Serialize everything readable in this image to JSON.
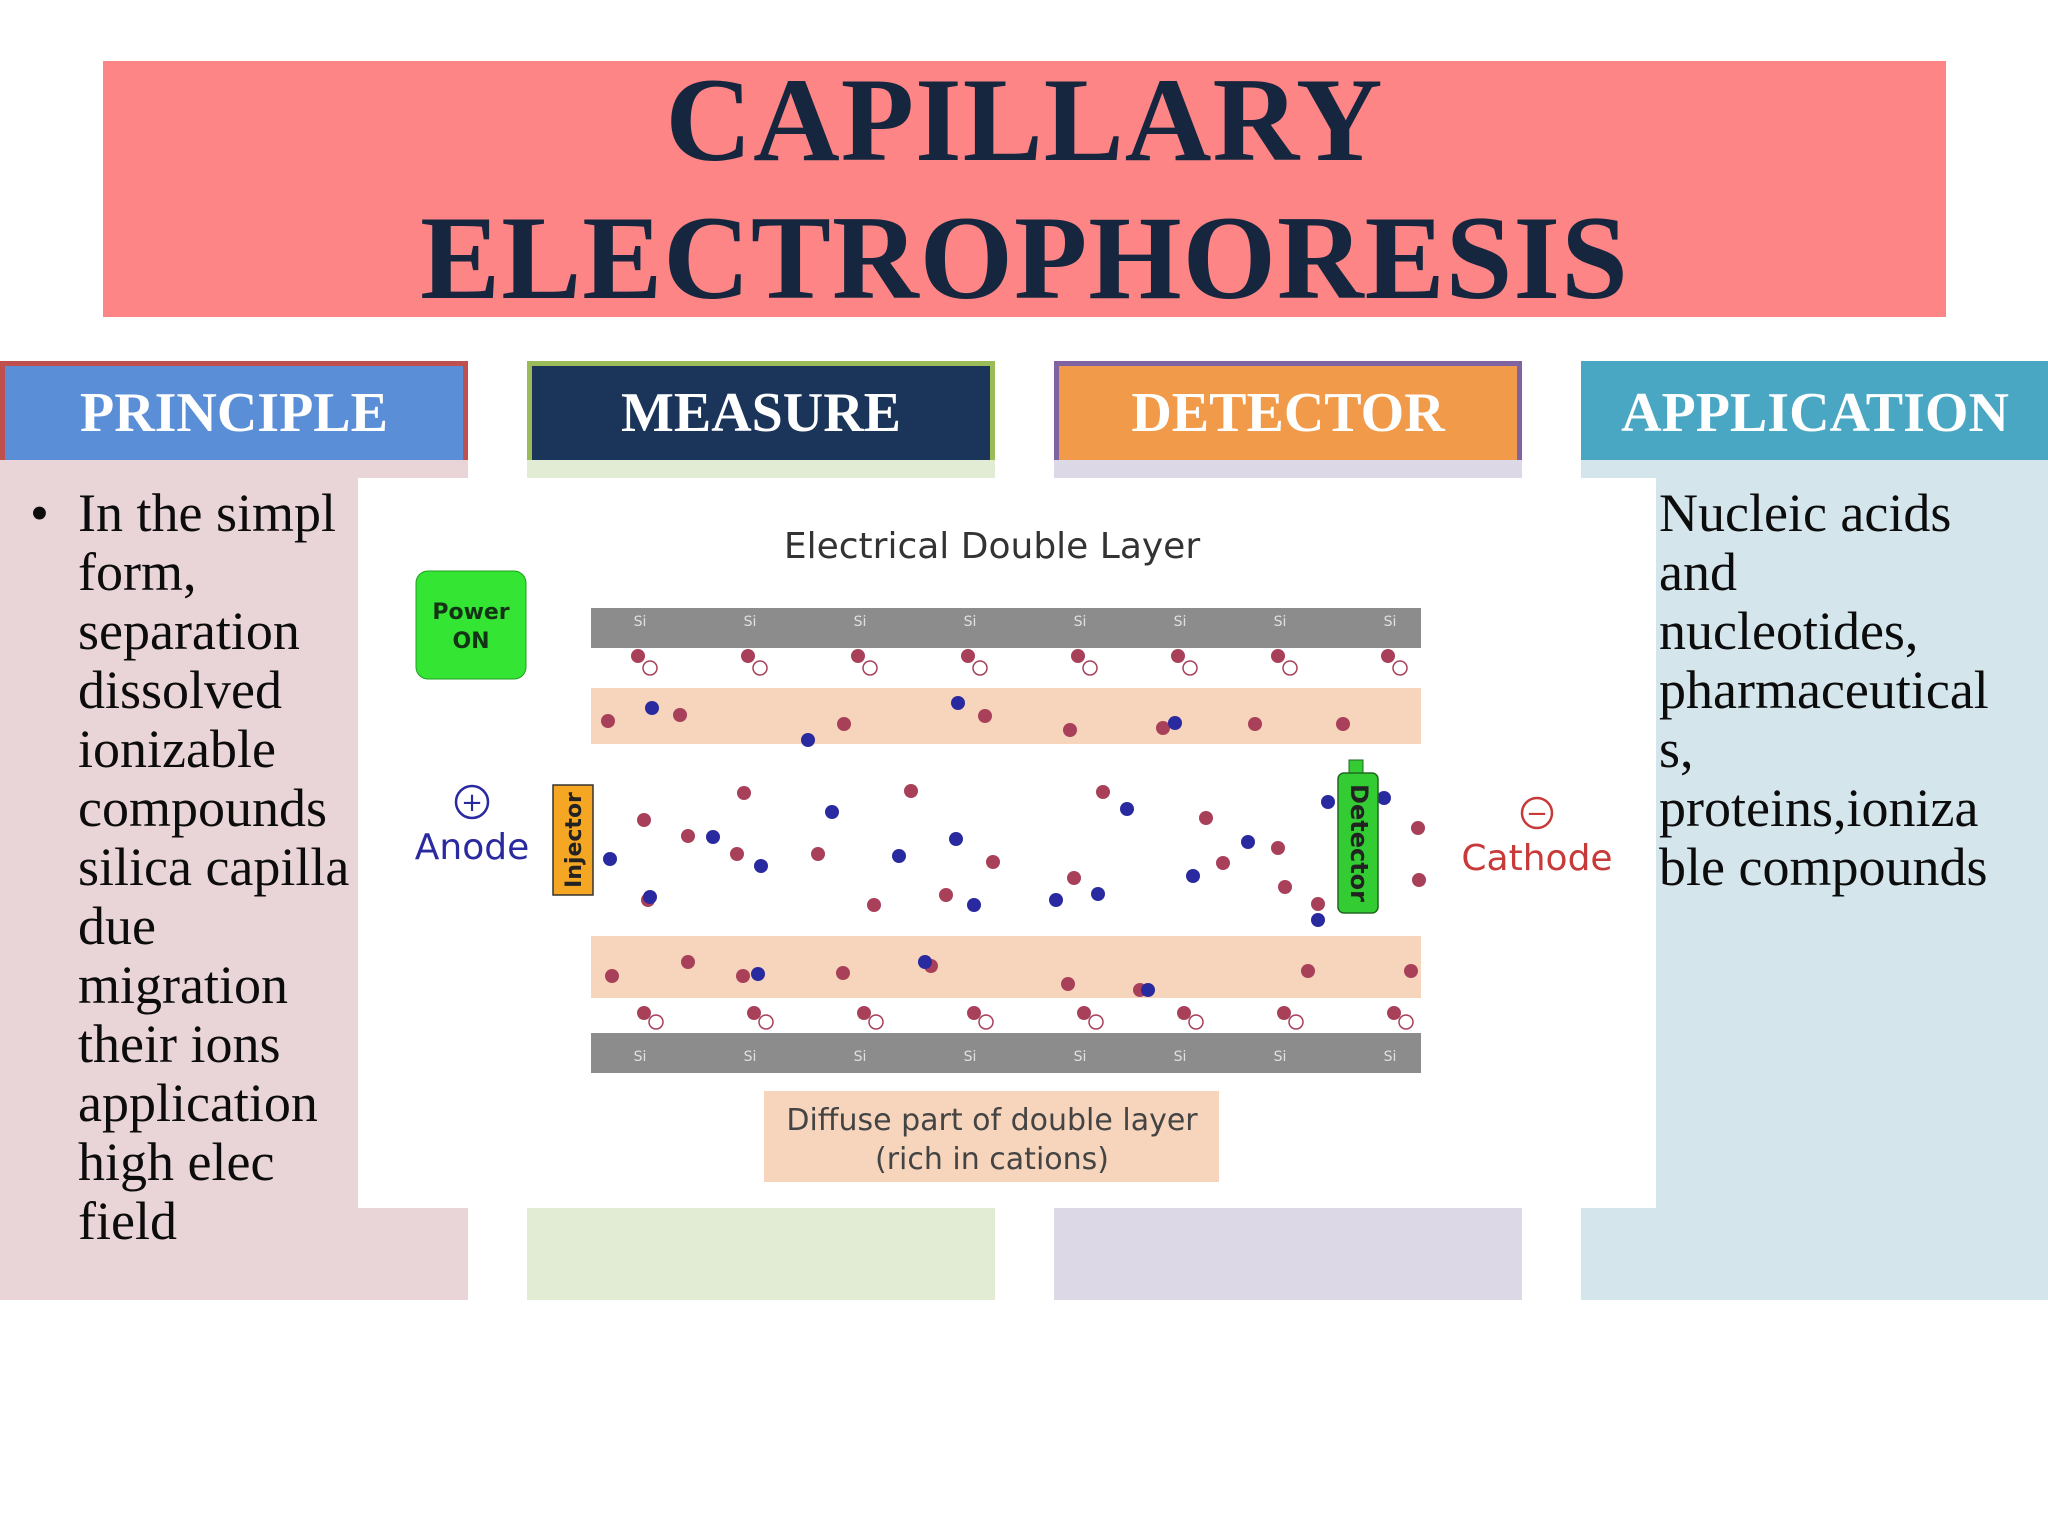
{
  "title": {
    "line1": "CAPILLARY",
    "line2": "ELECTROPHORESIS"
  },
  "columns": [
    {
      "header": "PRINCIPLE",
      "header_color": "#5a8fd8",
      "border_color": "#c0504d",
      "body_color": "#e9d5d8"
    },
    {
      "header": "MEASURE",
      "header_color": "#1b3459",
      "border_color": "#9bbb59",
      "body_color": "#e2ebd4"
    },
    {
      "header": "DETECTOR",
      "header_color": "#f19a49",
      "border_color": "#8064a2",
      "body_color": "#dcd8e6"
    },
    {
      "header": "APPLICATION",
      "header_color": "#4aa7c4",
      "border_color": "#4aa7c4",
      "body_color": "#d4e5ec"
    }
  ],
  "principle": {
    "bullet": "•",
    "lines": [
      "In the simpl",
      "form,",
      "separation",
      "dissolved",
      "ionizable",
      "compounds",
      "silica capilla",
      "due",
      "migration",
      "their ions",
      "application",
      "high elec",
      "field"
    ]
  },
  "application": {
    "lines": [
      "Nucleic acids",
      "and",
      "nucleotides,",
      "pharmaceutical",
      "s,",
      "proteins,ioniza",
      "ble compounds"
    ]
  },
  "diagram": {
    "title": "Electrical Double Layer",
    "power_line1": "Power",
    "power_line2": "ON",
    "anode_label": "Anode",
    "anode_symbol": "+",
    "cathode_label": "Cathode",
    "cathode_symbol": "−",
    "injector_label": "Injector",
    "detector_label": "Detector",
    "wall_label": "Si",
    "diffuse_line1": "Diffuse part of double layer",
    "diffuse_line2": "(rich in cations)",
    "colors": {
      "cation": "#a8405a",
      "anion": "#2a2aa0",
      "power": "#34e534",
      "injector": "#f5a623",
      "detector": "#33cc33",
      "band": "#f6d5bc",
      "wall": "#8c8c8c"
    }
  }
}
